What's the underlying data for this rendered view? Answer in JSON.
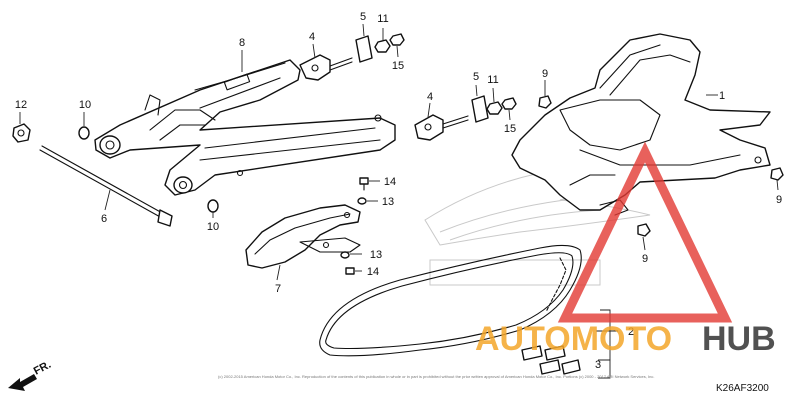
{
  "diagram": {
    "code": "K26AF3200",
    "front_arrow": "FR.",
    "copyright": "(c) 2002-2015 American Honda Motor Co., Inc. Reproduction of the contents of this publication in whole or in part is prohibited without the prior written approval of American Honda Motor Co., Inc. Portions (c) 2000 - 2017 ARI Network Services, Inc.",
    "callouts": {
      "c1": "1",
      "c2": "2",
      "c3": "3",
      "c4a": "4",
      "c4b": "4",
      "c5a": "5",
      "c5b": "5",
      "c6": "6",
      "c7": "7",
      "c8": "8",
      "c9a": "9",
      "c9b": "9",
      "c9c": "9",
      "c10a": "10",
      "c10b": "10",
      "c11a": "11",
      "c11b": "11",
      "c12": "12",
      "c13a": "13",
      "c13b": "13",
      "c14a": "14",
      "c14b": "14",
      "c15a": "15",
      "c15b": "15"
    }
  },
  "watermark": {
    "part1": "AUTOMOTO",
    "part2": "HUB",
    "colors": {
      "triangle": "#e23a33",
      "accent": "#f4a62a",
      "dark": "#333333"
    }
  }
}
